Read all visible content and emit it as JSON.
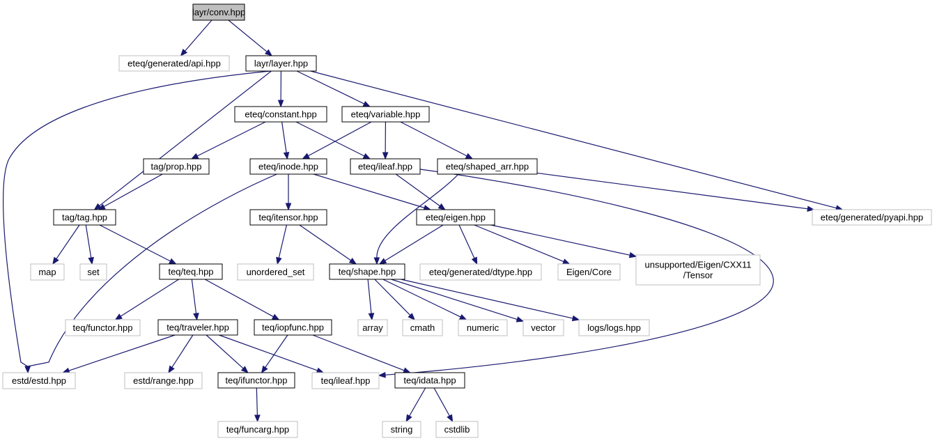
{
  "colors": {
    "edge": "#191970",
    "root_fill": "#bfbfbf",
    "local_border": "#000000",
    "external_border": "#bfbfbf"
  },
  "nodes": [
    {
      "id": "root",
      "kind": "root",
      "lines": [
        "layr/conv.hpp"
      ]
    },
    {
      "id": "api",
      "kind": "external",
      "lines": [
        "eteq/generated/api.hpp"
      ]
    },
    {
      "id": "layer",
      "kind": "local",
      "lines": [
        "layr/layer.hpp"
      ]
    },
    {
      "id": "constant",
      "kind": "local",
      "lines": [
        "eteq/constant.hpp"
      ]
    },
    {
      "id": "variable",
      "kind": "local",
      "lines": [
        "eteq/variable.hpp"
      ]
    },
    {
      "id": "prop",
      "kind": "local",
      "lines": [
        "tag/prop.hpp"
      ]
    },
    {
      "id": "inode",
      "kind": "local",
      "lines": [
        "eteq/inode.hpp"
      ]
    },
    {
      "id": "eteq_ileaf",
      "kind": "local",
      "lines": [
        "eteq/ileaf.hpp"
      ]
    },
    {
      "id": "shaped_arr",
      "kind": "local",
      "lines": [
        "eteq/shaped_arr.hpp"
      ]
    },
    {
      "id": "tag",
      "kind": "local",
      "lines": [
        "tag/tag.hpp"
      ]
    },
    {
      "id": "itensor",
      "kind": "local",
      "lines": [
        "teq/itensor.hpp"
      ]
    },
    {
      "id": "eigen",
      "kind": "local",
      "lines": [
        "eteq/eigen.hpp"
      ]
    },
    {
      "id": "pyapi",
      "kind": "external",
      "lines": [
        "eteq/generated/pyapi.hpp"
      ]
    },
    {
      "id": "map",
      "kind": "external",
      "lines": [
        "map"
      ]
    },
    {
      "id": "set",
      "kind": "external",
      "lines": [
        "set"
      ]
    },
    {
      "id": "teq",
      "kind": "local",
      "lines": [
        "teq/teq.hpp"
      ]
    },
    {
      "id": "unordered_set",
      "kind": "external",
      "lines": [
        "unordered_set"
      ]
    },
    {
      "id": "shape",
      "kind": "local",
      "lines": [
        "teq/shape.hpp"
      ]
    },
    {
      "id": "dtype",
      "kind": "external",
      "lines": [
        "eteq/generated/dtype.hpp"
      ]
    },
    {
      "id": "eigen_core",
      "kind": "external",
      "lines": [
        "Eigen/Core"
      ]
    },
    {
      "id": "tensor",
      "kind": "external",
      "lines": [
        "unsupported/Eigen/CXX11",
        "/Tensor"
      ]
    },
    {
      "id": "functor",
      "kind": "external",
      "lines": [
        "teq/functor.hpp"
      ]
    },
    {
      "id": "traveler",
      "kind": "local",
      "lines": [
        "teq/traveler.hpp"
      ]
    },
    {
      "id": "iopfunc",
      "kind": "local",
      "lines": [
        "teq/iopfunc.hpp"
      ]
    },
    {
      "id": "array",
      "kind": "external",
      "lines": [
        "array"
      ]
    },
    {
      "id": "cmath",
      "kind": "external",
      "lines": [
        "cmath"
      ]
    },
    {
      "id": "numeric",
      "kind": "external",
      "lines": [
        "numeric"
      ]
    },
    {
      "id": "vector",
      "kind": "external",
      "lines": [
        "vector"
      ]
    },
    {
      "id": "logs",
      "kind": "external",
      "lines": [
        "logs/logs.hpp"
      ]
    },
    {
      "id": "estd",
      "kind": "external",
      "lines": [
        "estd/estd.hpp"
      ]
    },
    {
      "id": "range",
      "kind": "external",
      "lines": [
        "estd/range.hpp"
      ]
    },
    {
      "id": "ifunctor",
      "kind": "local",
      "lines": [
        "teq/ifunctor.hpp"
      ]
    },
    {
      "id": "teq_ileaf",
      "kind": "external",
      "lines": [
        "teq/ileaf.hpp"
      ]
    },
    {
      "id": "idata",
      "kind": "local",
      "lines": [
        "teq/idata.hpp"
      ]
    },
    {
      "id": "funcarg",
      "kind": "external",
      "lines": [
        "teq/funcarg.hpp"
      ]
    },
    {
      "id": "string",
      "kind": "external",
      "lines": [
        "string"
      ]
    },
    {
      "id": "cstdlib",
      "kind": "external",
      "lines": [
        "cstdlib"
      ]
    }
  ],
  "edges": [
    [
      "root",
      "api"
    ],
    [
      "root",
      "layer"
    ],
    [
      "layer",
      "estd"
    ],
    [
      "layer",
      "tag"
    ],
    [
      "layer",
      "constant"
    ],
    [
      "layer",
      "variable"
    ],
    [
      "layer",
      "pyapi"
    ],
    [
      "constant",
      "prop"
    ],
    [
      "constant",
      "inode"
    ],
    [
      "constant",
      "eteq_ileaf"
    ],
    [
      "variable",
      "inode"
    ],
    [
      "variable",
      "eteq_ileaf"
    ],
    [
      "variable",
      "shaped_arr"
    ],
    [
      "prop",
      "tag"
    ],
    [
      "inode",
      "estd"
    ],
    [
      "inode",
      "itensor"
    ],
    [
      "inode",
      "eigen"
    ],
    [
      "eteq_ileaf",
      "eigen"
    ],
    [
      "eteq_ileaf",
      "teq_ileaf"
    ],
    [
      "shaped_arr",
      "shape"
    ],
    [
      "shaped_arr",
      "pyapi"
    ],
    [
      "tag",
      "map"
    ],
    [
      "tag",
      "set"
    ],
    [
      "tag",
      "teq"
    ],
    [
      "itensor",
      "unordered_set"
    ],
    [
      "itensor",
      "shape"
    ],
    [
      "eigen",
      "shape"
    ],
    [
      "eigen",
      "dtype"
    ],
    [
      "eigen",
      "eigen_core"
    ],
    [
      "eigen",
      "tensor"
    ],
    [
      "teq",
      "functor"
    ],
    [
      "teq",
      "traveler"
    ],
    [
      "teq",
      "iopfunc"
    ],
    [
      "shape",
      "array"
    ],
    [
      "shape",
      "cmath"
    ],
    [
      "shape",
      "numeric"
    ],
    [
      "shape",
      "vector"
    ],
    [
      "shape",
      "logs"
    ],
    [
      "traveler",
      "estd"
    ],
    [
      "traveler",
      "range"
    ],
    [
      "traveler",
      "ifunctor"
    ],
    [
      "traveler",
      "teq_ileaf"
    ],
    [
      "iopfunc",
      "ifunctor"
    ],
    [
      "iopfunc",
      "idata"
    ],
    [
      "ifunctor",
      "funcarg"
    ],
    [
      "idata",
      "string"
    ],
    [
      "idata",
      "cstdlib"
    ]
  ]
}
